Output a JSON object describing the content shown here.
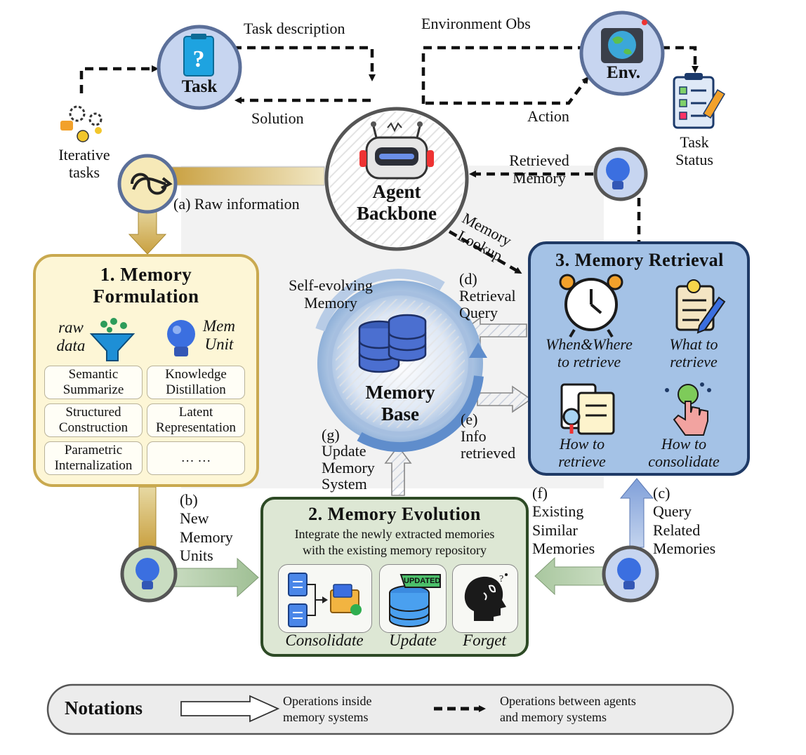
{
  "task": {
    "label": "Task",
    "icon": "question-clipboard-icon"
  },
  "env": {
    "label": "Env.",
    "icon": "globe-icon"
  },
  "agent": {
    "line1": "Agent",
    "line2": "Backbone",
    "icon": "robot-icon"
  },
  "flows": {
    "task_description": "Task description",
    "solution": "Solution",
    "environment_obs": "Environment Obs",
    "action": "Action",
    "task_status_line1": "Task",
    "task_status_line2": "Status",
    "iterative_line1": "Iterative",
    "iterative_line2": "tasks",
    "raw_information": "(a) Raw information",
    "retrieved_line1": "Retrieved",
    "retrieved_line2": "Memory",
    "memory_lookup_line1": "Memory",
    "memory_lookup_line2": "Lookup",
    "b_line1": "(b)",
    "b_line2": "New",
    "b_line3": "Memory",
    "b_line4": "Units",
    "d_line1": "(d)",
    "d_line2": "Retrieval",
    "d_line3": "Query",
    "e_line1": "(e)",
    "e_line2": "Info",
    "e_line3": "retrieved",
    "g_line1": "(g)",
    "g_line2": "Update",
    "g_line3": "Memory",
    "g_line4": "System",
    "f_line1": "(f)",
    "f_line2": "Existing",
    "f_line3": "Similar",
    "f_line4": "Memories",
    "c_line1": "(c)",
    "c_line2": "Query",
    "c_line3": "Related",
    "c_line4": "Memories"
  },
  "formulation": {
    "title_line1": "1. Memory",
    "title_line2": "Formulation",
    "raw_line1": "raw",
    "raw_line2": "data",
    "mem_line1": "Mem",
    "mem_line2": "Unit",
    "cells": [
      {
        "line1": "Semantic",
        "line2": "Summarize"
      },
      {
        "line1": "Knowledge",
        "line2": "Distillation"
      },
      {
        "line1": "Structured",
        "line2": "Construction"
      },
      {
        "line1": "Latent",
        "line2": "Representation"
      },
      {
        "line1": "Parametric",
        "line2": "Internalization"
      },
      {
        "line1": "… …",
        "line2": ""
      }
    ]
  },
  "memory_base": {
    "self_line1": "Self-evolving",
    "self_line2": "Memory",
    "line1": "Memory",
    "line2": "Base",
    "icon": "database-icon"
  },
  "retrieval": {
    "title": "3. Memory Retrieval",
    "items": [
      {
        "icon": "alarm-clock-icon",
        "line1": "When&Where",
        "line2": "to retrieve"
      },
      {
        "icon": "notepad-pen-icon",
        "line1": "What to",
        "line2": "retrieve"
      },
      {
        "icon": "document-search-icon",
        "line1": "How to",
        "line2": "retrieve"
      },
      {
        "icon": "touch-hand-icon",
        "line1": "How to",
        "line2": "consolidate"
      }
    ]
  },
  "evolution": {
    "title": "2. Memory Evolution",
    "desc_line1": "Integrate the newly extracted memories",
    "desc_line2": "with the existing memory repository",
    "items": [
      {
        "icon": "documents-merge-icon",
        "label": "Consolidate"
      },
      {
        "icon": "database-updated-icon",
        "label": "Update",
        "badge": "UPDATED"
      },
      {
        "icon": "head-profile-icon",
        "label": "Forget"
      }
    ]
  },
  "notations": {
    "title": "Notations",
    "inside_line1": "Operations inside",
    "inside_line2": "memory systems",
    "between_line1": "Operations between agents",
    "between_line2": "and memory systems"
  },
  "colors": {
    "formulation_fill": "#fdf6d6",
    "formulation_border": "#c9a94f",
    "retrieval_fill": "#a4c2e6",
    "retrieval_border": "#1f3a66",
    "evolution_fill": "#dde7d4",
    "evolution_border": "#2d4a25",
    "bulb_blue": "#3b6fe0"
  }
}
